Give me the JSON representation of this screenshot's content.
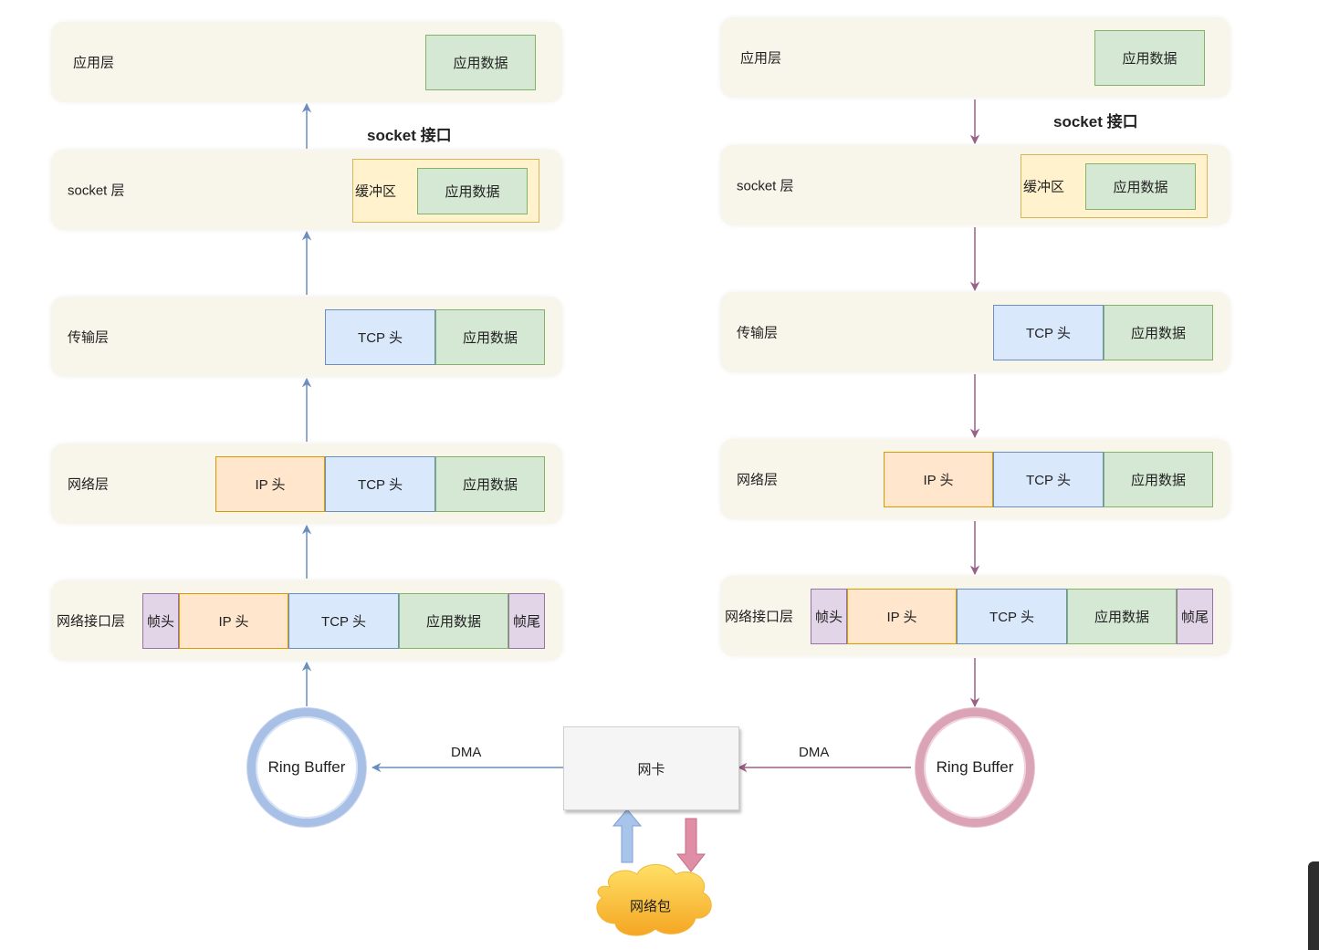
{
  "socket_interface_label": "socket 接口",
  "layers": {
    "application": "应用层",
    "socket": "socket 层",
    "transport": "传输层",
    "network": "网络层",
    "link": "网络接口层"
  },
  "cells": {
    "app_data": "应用数据",
    "buffer": "缓冲区",
    "tcp_header": "TCP 头",
    "ip_header": "IP 头",
    "frame_header": "帧头",
    "frame_trailer": "帧尾"
  },
  "ring_buffer": "Ring Buffer",
  "nic": "网卡",
  "dma": "DMA",
  "packet": "网络包",
  "colors": {
    "receive_arrow": "#6c8ebf",
    "send_arrow": "#996185",
    "layer_bg": "#f8f5ea"
  }
}
